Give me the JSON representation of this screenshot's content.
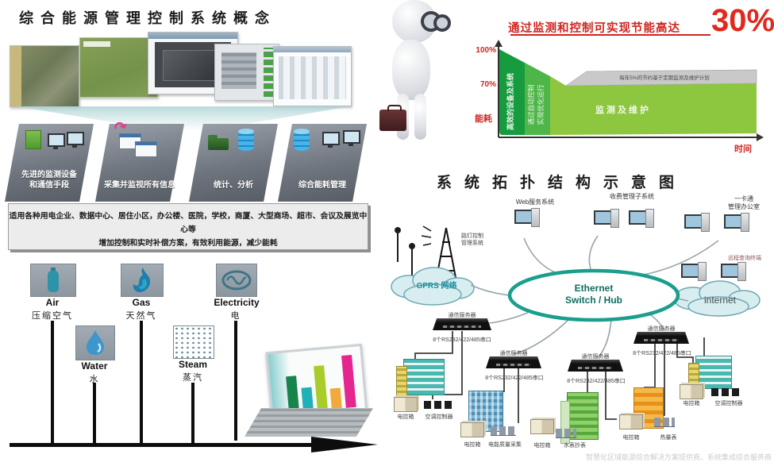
{
  "colors": {
    "accent_red": "#ce251f",
    "hub_teal": "#1a9e8e",
    "green_dark": "#169b3f",
    "green_mid": "#4eb648",
    "green_light": "#8dc63f"
  },
  "left_panel": {
    "title": "综合能源管理控制系统概念",
    "platforms": [
      {
        "line1": "先进的监测设备",
        "line2": "和通信手段"
      },
      {
        "line1": "采集并监视所有信息"
      },
      {
        "line1": "统计、分析"
      },
      {
        "line1": "综合能耗管理"
      }
    ],
    "scope_line1": "适用各种用电企业、数据中心、居住小区，办公楼、医院，学校，商厦、大型商场、超市、会议及展览中心等",
    "scope_line2": "增加控制和实时补偿方案，有效利用能源，减少能耗",
    "energies": [
      {
        "en": "Air",
        "zh": "压缩空气",
        "icon": "gas-cylinder-icon"
      },
      {
        "en": "Gas",
        "zh": "天然气",
        "icon": "flame-icon"
      },
      {
        "en": "Electricity",
        "zh": "电",
        "icon": "sine-wave-icon"
      },
      {
        "en": "Water",
        "zh": "水",
        "icon": "water-drop-icon"
      },
      {
        "en": "Steam",
        "zh": "蒸汽",
        "icon": "steam-dots-icon"
      }
    ]
  },
  "savings_panel": {
    "headline": "通过监测和控制可实现节能高达",
    "headline_value": "30%"
  },
  "chart_data": {
    "type": "area",
    "title": "通过监测和控制可实现节能高达30%",
    "ylabel": "能耗",
    "xlabel": "时间",
    "y_ticks": [
      "100%",
      "70%"
    ],
    "y_start_pct": 100,
    "y_valley_pct": 70,
    "bands": [
      {
        "label": "高效的设备及系统",
        "color": "#169b3f"
      },
      {
        "label": "通过自动控制实现优化运行",
        "color": "#4eb648"
      },
      {
        "label": "监测及维护",
        "color": "#8dc63f"
      },
      {
        "label": "每年5%的节约基于定期监测及维护计划",
        "color": "#c9c9c9"
      }
    ],
    "band2_line1": "通过自动控制",
    "band2_line2": "实现优化运行"
  },
  "topology": {
    "title": "系统拓扑结构示意图",
    "web_label": "Web服务系统",
    "fee_label": "收费管理子系统",
    "onecard_line1": "一卡通",
    "onecard_line2": "管理办公室",
    "streetlight_line1": "路灯控制",
    "streetlight_line2": "管理系统",
    "gprs_label": "GPRS 网络",
    "hub_line1": "Ethernet",
    "hub_line2": "Switch / Hub",
    "remote_label": "远程查询终端",
    "internet_label": "internet",
    "server_label": "通信服务器",
    "ports_label": "8个RS232/422/485串口",
    "groups": [
      {
        "box": "电控箱",
        "device": "空调控制器"
      },
      {
        "box": "电控箱",
        "device": "电能质量采集"
      },
      {
        "box": "电控箱",
        "device": "水表抄表"
      },
      {
        "box": "电控箱",
        "device": "热量表"
      },
      {
        "box": "电控箱",
        "device": "空调控制器"
      }
    ]
  },
  "watermark": "智慧化区域能源综合解决方案提供商、系统集成综合服务商"
}
